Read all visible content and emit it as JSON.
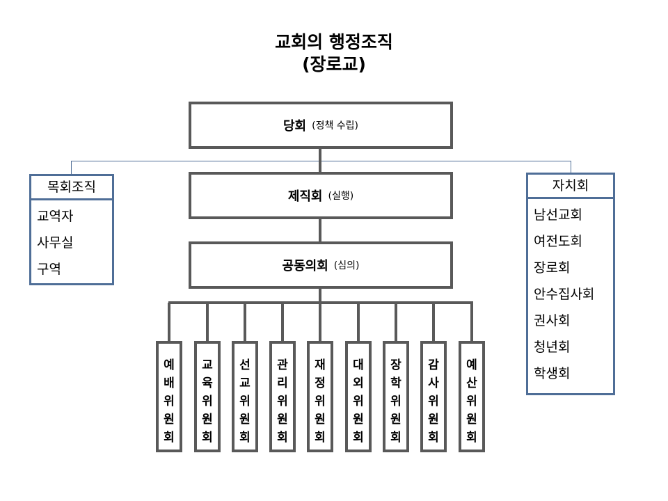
{
  "title": {
    "line1": "교회의 행정조직",
    "line2": "(장로교)"
  },
  "colors": {
    "box_border": "#595959",
    "side_border": "#4f6e97"
  },
  "main_boxes": [
    {
      "name": "당회",
      "role": "(정책 수립)"
    },
    {
      "name": "제직회",
      "role": "(실행)"
    },
    {
      "name": "공동의회",
      "role": "(심의)"
    }
  ],
  "left_panel": {
    "header": "목회조직",
    "items": [
      "교역자",
      "사무실",
      "구역"
    ]
  },
  "right_panel": {
    "header": "자치회",
    "items": [
      "남선교회",
      "여전도회",
      "장로회",
      "안수집사회",
      "권사회",
      "청년회",
      "학생회"
    ]
  },
  "committees": [
    [
      "예",
      "배",
      "위",
      "원",
      "회"
    ],
    [
      "교",
      "육",
      "위",
      "원",
      "회"
    ],
    [
      "선",
      "교",
      "위",
      "원",
      "회"
    ],
    [
      "관",
      "리",
      "위",
      "원",
      "회"
    ],
    [
      "재",
      "정",
      "위",
      "원",
      "회"
    ],
    [
      "대",
      "외",
      "위",
      "원",
      "회"
    ],
    [
      "장",
      "학",
      "위",
      "원",
      "회"
    ],
    [
      "감",
      "사",
      "위",
      "원",
      "회"
    ],
    [
      "예",
      "산",
      "위",
      "원",
      "회"
    ]
  ]
}
